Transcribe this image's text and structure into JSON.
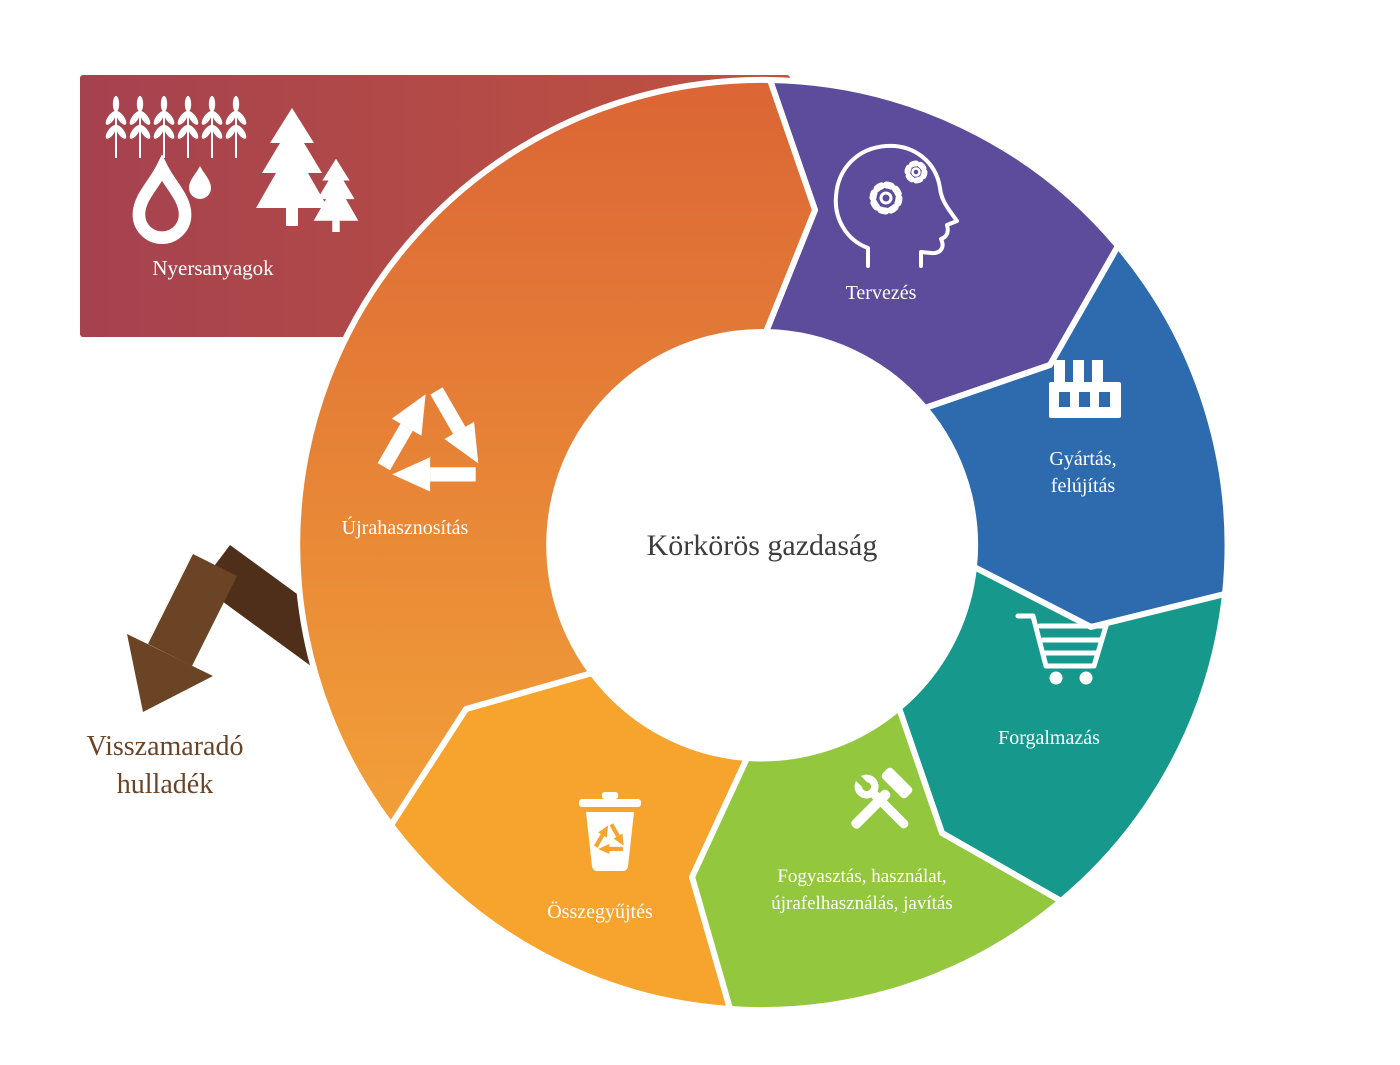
{
  "diagram": {
    "center_label": "Körkörös gazdaság",
    "raw_materials": {
      "label": "Nyersanyagok"
    },
    "residual_waste": {
      "label_line1": "Visszamaradó",
      "label_line2": "hulladék"
    },
    "segments": [
      {
        "label": "Tervezés",
        "icon": "head-gears-icon",
        "color": "#5d4b9b"
      },
      {
        "label_line1": "Gyártás,",
        "label_line2": "felújítás",
        "icon": "factory-icon",
        "color": "#2d6bae"
      },
      {
        "label": "Forgalmazás",
        "icon": "shopping-cart-icon",
        "color": "#17988d"
      },
      {
        "label_line1": "Fogyasztás, használat,",
        "label_line2": "újrafelhasználás, javítás",
        "icon": "hammer-wrench-icon",
        "color": "#93c83e"
      },
      {
        "label": "Összegyűjtés",
        "icon": "trash-recycle-icon",
        "color": "#f6a42d"
      },
      {
        "label": "Újrahasznosítás",
        "icon": "recycle-icon",
        "color_top": "#db6535",
        "color_bottom": "#f2a038"
      }
    ],
    "colors": {
      "raw_left": "#a5424f",
      "raw_right": "#c0523f",
      "brown": "#6b4426",
      "brown_dark": "#4f2f1a",
      "center_text": "#3d3d3d",
      "white": "#ffffff"
    }
  }
}
